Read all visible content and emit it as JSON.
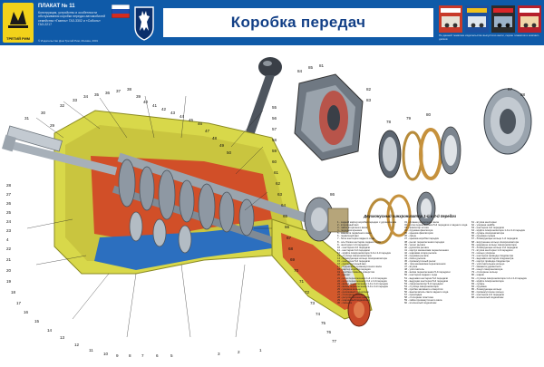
{
  "header": {
    "plakat_label": "ПЛАКАТ № 11",
    "plakat_description": "Конструкция, устройство и особенности обслуживания коробки передач автомобилей семейства «Газель» ГАЗ-3302 и «Соболь» ГАЗ-2217",
    "publisher": "© Издательство Дом Третий Рим, Москва, 2001",
    "logo_text": "ТРЕТИЙ РИМ",
    "covers_note": "По данной тематике издательство выпустило книги, серию плакатов и компакт-дисков",
    "colors": {
      "band": "#0f5aa8",
      "title": "#123f86",
      "logo": "#f2d21a"
    },
    "icons": [
      "publisher-logo",
      "russian-flag",
      "gaz-deer-emblem",
      "book-cover"
    ]
  },
  "title": "Коробка передач",
  "diagram": {
    "exploded_caption": "Двухконусный синхронизатор 1-й и 2-й передач",
    "colors": {
      "housing": "#d8d84a",
      "gears": "#8e98a3",
      "cutaway": "#d23a24",
      "oil": "#2c6fbf"
    },
    "callouts_left": [
      "31",
      "30",
      "29",
      "28",
      "27",
      "26",
      "25",
      "24",
      "23",
      "4",
      "22",
      "21",
      "20",
      "19",
      "18",
      "17",
      "16",
      "15",
      "14",
      "13",
      "12",
      "11",
      "10",
      "9",
      "8",
      "7",
      "6",
      "5"
    ],
    "callouts_top": [
      "32",
      "33",
      "34",
      "35",
      "36",
      "37",
      "38",
      "39",
      "40",
      "41",
      "42",
      "43",
      "44",
      "45",
      "46",
      "47",
      "48",
      "49",
      "50"
    ],
    "callouts_right": [
      "55",
      "56",
      "57",
      "58",
      "59",
      "60",
      "61",
      "62",
      "63",
      "64",
      "65",
      "66",
      "67",
      "68",
      "69",
      "70",
      "71",
      "72",
      "73",
      "74",
      "75",
      "76",
      "77"
    ],
    "callouts_bottom": [
      "1",
      "2",
      "3"
    ],
    "callouts_exploded": [
      "84",
      "85",
      "81",
      "82",
      "83",
      "78",
      "79",
      "80",
      "86",
      "87",
      "88"
    ]
  },
  "legend": {
    "items": [
      "1 - задний картер коробки передач с удлинителем",
      "2 - вторичный вал",
      "3 - гайка вторичного вала",
      "4 - передняя крышка",
      "5 - манжета первичного вала",
      "6 - первичный вал",
      "7 - блок шестерён заднего хода",
      "8 - ось блока шестерён заднего хода",
      "9 - шестерня 1-й передачи",
      "10 - шестерня 2-й передачи",
      "11 - шестерня 3-й передачи",
      "12 - муфта синхронизатора 3-й и 4-й передач",
      "13 - ступица синхронизатора",
      "14 - блокирующее кольцо синхронизатора",
      "15 - шестерня 5-й передачи",
      "16 - промежуточный вал",
      "17 - подшипник промежуточного вала",
      "18 - картер коробки передач",
      "19 - пробка сливного отверстия",
      "20 - магнит",
      "21 - шток переключения 1-й и 2-й передач",
      "22 - шток переключения 3-й и 4-й передач",
      "23 - вилка переключения 1-й и 2-й передач",
      "24 - вилка переключения 3-й и 4-й передач",
      "25 - упорное кольцо",
      "26 - роликовый подшипник",
      "27 - стопорное кольцо",
      "28 - регулировочная шайба",
      "29 - шариковый подшипник",
      "30 - сальник",
      "31 - фланец вторичного вала",
      "32 - шток переключения 5-й передачи и заднего хода",
      "33 - фиксатор штока",
      "34 - пружина фиксатора",
      "35 - крышка фиксаторов",
      "36 - сапун",
      "37 - крышка коробки передач",
      "38 - рычаг переключения передач",
      "39 - чехол рычага",
      "40 - рукоятка рычага",
      "41 - корпус механизма переключения",
      "42 - шаровая опора рычага",
      "43 - пружина рычага",
      "44 - палец рычага",
      "45 - промежуточный рычаг",
      "46 - тяга механизма переключения",
      "47 - втулка",
      "48 - уплотнитель",
      "49 - вилка переключения 5-й передачи",
      "50 - шестерня заднего хода",
      "51 - ведомая шестерня 5-й передачи",
      "52 - ведущая шестерня 5-й передачи",
      "53 - синхронизатор 5-й передачи",
      "54 - ступица синхронизатора",
      "55 - пробка заливного отверстия",
      "56 - выключатель света заднего хода",
      "57 - прокладка",
      "58 - стопорная пластина",
      "59 - гайка промежуточного вала",
      "60 - игольчатый подшипник",
      "61 - втулка шестерни",
      "62 - упорная шайба",
      "63 - шестерня 4-й передачи",
      "64 - муфта синхронизатора 1-й и 2-й передач",
      "65 - сухарь синхронизатора",
      "66 - пружина сухаря",
      "67 - блокирующее кольцо 1-й передачи",
      "68 - внутреннее кольцо синхронизатора",
      "69 - наружное кольцо синхронизатора",
      "70 - блокирующее кольцо 2-й передачи",
      "71 - втулка шестерни 1-й передачи",
      "72 - кольцо упорное",
      "73 - шестерня привода спидометра",
      "74 - ведомая шестерня спидометра",
      "75 - корпус привода спидометра",
      "76 - уплотнительное кольцо",
      "77 - манжета удлинителя",
      "78 - конус синхронизатора",
      "79 - стопорное кольцо",
      "80 - шарик",
      "81 - ступица синхронизатора 1-й и 2-й передач",
      "82 - муфта синхронизатора",
      "83 - сухарь",
      "84 - пружина",
      "85 - блокирующее кольцо",
      "86 - промежуточное кольцо",
      "87 - шестерня 2-й передачи",
      "88 - игольчатый подшипник"
    ]
  }
}
